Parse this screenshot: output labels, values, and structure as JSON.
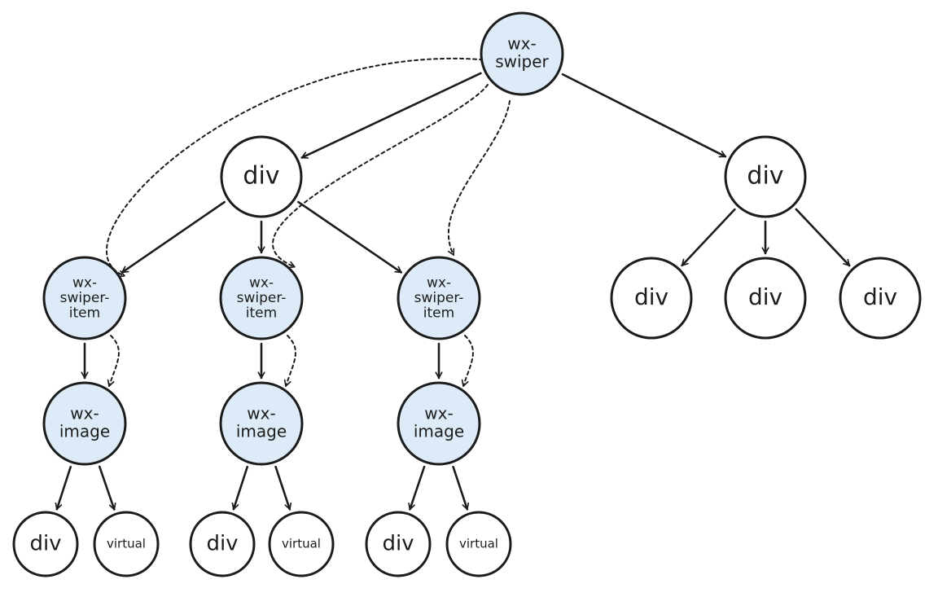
{
  "colors": {
    "highlight_fill": "#dcebf7",
    "plain_fill": "#ffffff",
    "stroke": "#1c1c1c"
  },
  "nodes": {
    "root": {
      "lines": [
        "wx-",
        "swiper"
      ],
      "highlighted": true
    },
    "left_div": {
      "lines": [
        "div"
      ],
      "highlighted": false
    },
    "right_div": {
      "lines": [
        "div"
      ],
      "highlighted": false
    },
    "item_1": {
      "lines": [
        "wx-",
        "swiper-",
        "item"
      ],
      "highlighted": true
    },
    "item_2": {
      "lines": [
        "wx-",
        "swiper-",
        "item"
      ],
      "highlighted": true
    },
    "item_3": {
      "lines": [
        "wx-",
        "swiper-",
        "item"
      ],
      "highlighted": true
    },
    "image_1": {
      "lines": [
        "wx-",
        "image"
      ],
      "highlighted": true
    },
    "image_2": {
      "lines": [
        "wx-",
        "image"
      ],
      "highlighted": true
    },
    "image_3": {
      "lines": [
        "wx-",
        "image"
      ],
      "highlighted": true
    },
    "leaf_div_1": {
      "lines": [
        "div"
      ],
      "highlighted": false
    },
    "leaf_virtual_1": {
      "lines": [
        "virtual"
      ],
      "highlighted": false
    },
    "leaf_div_2": {
      "lines": [
        "div"
      ],
      "highlighted": false
    },
    "leaf_virtual_2": {
      "lines": [
        "virtual"
      ],
      "highlighted": false
    },
    "leaf_div_3": {
      "lines": [
        "div"
      ],
      "highlighted": false
    },
    "leaf_virtual_3": {
      "lines": [
        "virtual"
      ],
      "highlighted": false
    },
    "right_child_1": {
      "lines": [
        "div"
      ],
      "highlighted": false
    },
    "right_child_2": {
      "lines": [
        "div"
      ],
      "highlighted": false
    },
    "right_child_3": {
      "lines": [
        "div"
      ],
      "highlighted": false
    }
  },
  "edges": [
    {
      "from": "root",
      "to": "left_div",
      "style": "solid"
    },
    {
      "from": "root",
      "to": "right_div",
      "style": "solid"
    },
    {
      "from": "root",
      "to": "item_1",
      "style": "dashed"
    },
    {
      "from": "root",
      "to": "item_2",
      "style": "dashed"
    },
    {
      "from": "root",
      "to": "item_3",
      "style": "dashed"
    },
    {
      "from": "left_div",
      "to": "item_1",
      "style": "solid"
    },
    {
      "from": "left_div",
      "to": "item_2",
      "style": "solid"
    },
    {
      "from": "left_div",
      "to": "item_3",
      "style": "solid"
    },
    {
      "from": "right_div",
      "to": "right_child_1",
      "style": "solid"
    },
    {
      "from": "right_div",
      "to": "right_child_2",
      "style": "solid"
    },
    {
      "from": "right_div",
      "to": "right_child_3",
      "style": "solid"
    },
    {
      "from": "item_1",
      "to": "image_1",
      "style": "solid"
    },
    {
      "from": "item_1",
      "to": "image_1",
      "style": "dashed"
    },
    {
      "from": "item_2",
      "to": "image_2",
      "style": "solid"
    },
    {
      "from": "item_2",
      "to": "image_2",
      "style": "dashed"
    },
    {
      "from": "item_3",
      "to": "image_3",
      "style": "solid"
    },
    {
      "from": "item_3",
      "to": "image_3",
      "style": "dashed"
    },
    {
      "from": "image_1",
      "to": "leaf_div_1",
      "style": "solid"
    },
    {
      "from": "image_1",
      "to": "leaf_virtual_1",
      "style": "solid"
    },
    {
      "from": "image_2",
      "to": "leaf_div_2",
      "style": "solid"
    },
    {
      "from": "image_2",
      "to": "leaf_virtual_2",
      "style": "solid"
    },
    {
      "from": "image_3",
      "to": "leaf_div_3",
      "style": "solid"
    },
    {
      "from": "image_3",
      "to": "leaf_virtual_3",
      "style": "solid"
    }
  ]
}
